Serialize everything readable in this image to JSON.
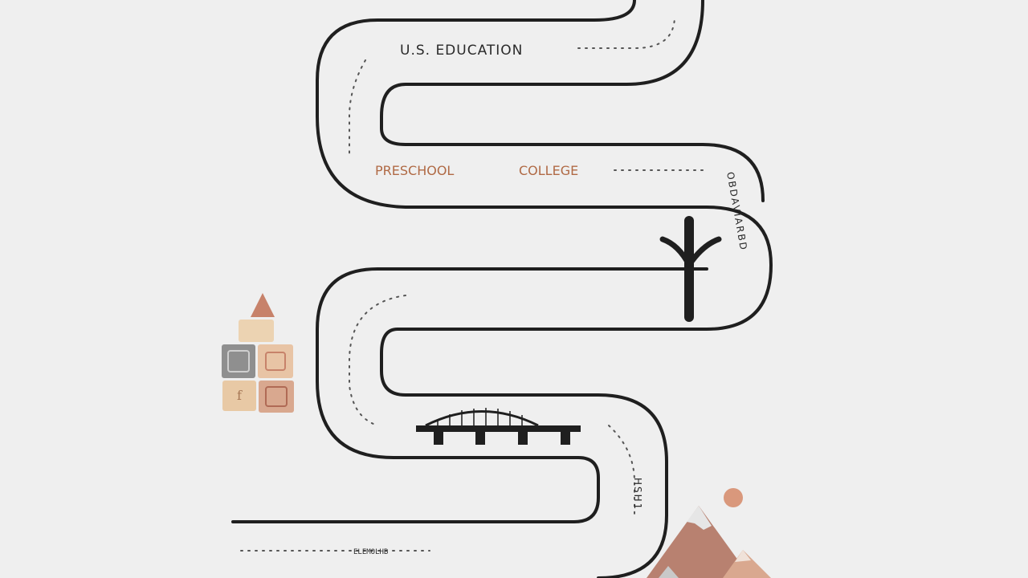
{
  "labels": {
    "title": "U.S. EDUCATION",
    "preschool": "PRESCHOOL",
    "college": "COLLEGE",
    "vertical_right": "OBDAVIARBD",
    "vertical_bottom": "HSH1",
    "bottom_small": "ELEMOLHB"
  },
  "colors": {
    "background": "#efefef",
    "road": "#1f1f1f",
    "title_text": "#2a2a2a",
    "accent_text": "#b06a45",
    "block_tan": "#e8c9a5",
    "block_gray": "#8f8f8f",
    "block_pink": "#d9a88f",
    "block_red": "#c7826a"
  },
  "icons": {
    "tree": "tree-icon",
    "bridge": "bridge-icon",
    "blocks": "building-blocks-icon",
    "mountains": "mountains-icon",
    "ball": "ball-icon"
  }
}
